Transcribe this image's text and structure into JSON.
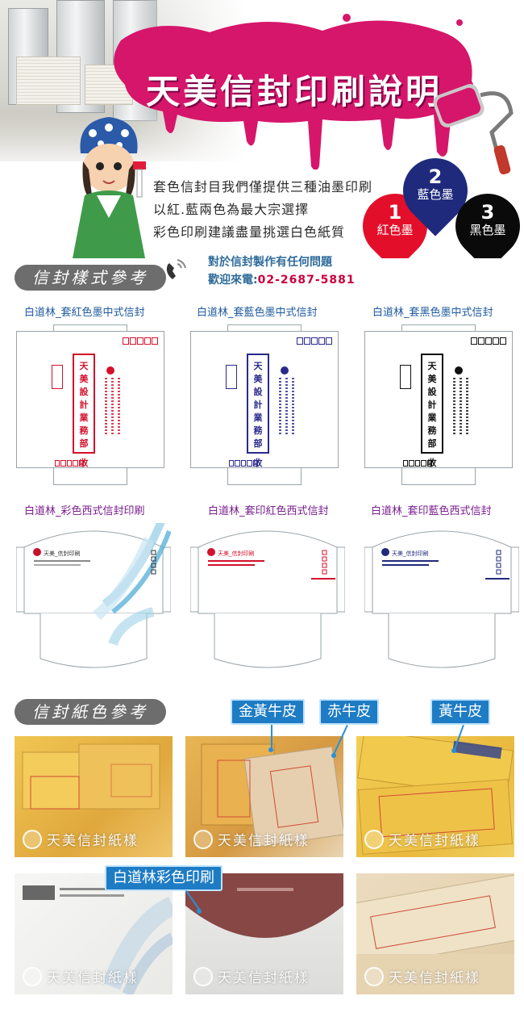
{
  "hero": {
    "title": "天美信封印刷說明",
    "lines": [
      "套色信封目我們僅提供三種油墨印刷",
      "以紅.藍兩色為最大宗選擇",
      "彩色印刷建議盡量挑選白色紙質"
    ],
    "inks": [
      {
        "num": "1",
        "label": "紅色墨",
        "color": "#e30f2a"
      },
      {
        "num": "2",
        "label": "藍色墨",
        "color": "#1f2a7c"
      },
      {
        "num": "3",
        "label": "黑色墨",
        "color": "#0a0a0a"
      }
    ],
    "splash_color": "#d6166a"
  },
  "contact": {
    "line1": "對於信封製作有任何問題",
    "line2_prefix": "歡迎來電:",
    "phone": "02-2687-5881"
  },
  "styles_section": {
    "title": "信封樣式參考",
    "chinese_envelopes": [
      {
        "caption": "白道林_套紅色墨中式信封",
        "ink": "#d4102a",
        "recipient": "天美設計業務部 收"
      },
      {
        "caption": "白道林_套藍色墨中式信封",
        "ink": "#2a2a8c",
        "recipient": "天美設計業務部 收"
      },
      {
        "caption": "白道林_套黑色墨中式信封",
        "ink": "#111111",
        "recipient": "天美設計業務部 收"
      }
    ],
    "western_envelopes": [
      {
        "caption": "白道林_彩色西式信封印刷",
        "ink": "#c8102e",
        "company": "天美_信封印刷"
      },
      {
        "caption": "白道林_套印紅色西式信封",
        "ink": "#d4102a",
        "company": "天美_信封印刷"
      },
      {
        "caption": "白道林_套印藍色西式信封",
        "ink": "#1f2a7c",
        "company": "天美_信封印刷"
      }
    ]
  },
  "paper_section": {
    "title": "信封紙色參考",
    "tags": {
      "gold_kraft": "金黃牛皮",
      "red_kraft": "赤牛皮",
      "yellow_kraft": "黃牛皮",
      "white_color": "白道林彩色印刷"
    },
    "watermark": "天美信封紙樣",
    "photos": [
      {
        "name": "yellow-envelopes",
        "color": "#e8b64a"
      },
      {
        "name": "gold-red-kraft",
        "color": "#d9a24a"
      },
      {
        "name": "yellow-kraft-printed",
        "color": "#ecc24a"
      },
      {
        "name": "white-color-print",
        "color": "#f1f0ee"
      },
      {
        "name": "brown-flap",
        "color": "#8a4a45"
      },
      {
        "name": "pale-kraft",
        "color": "#e8d9bd"
      }
    ]
  }
}
